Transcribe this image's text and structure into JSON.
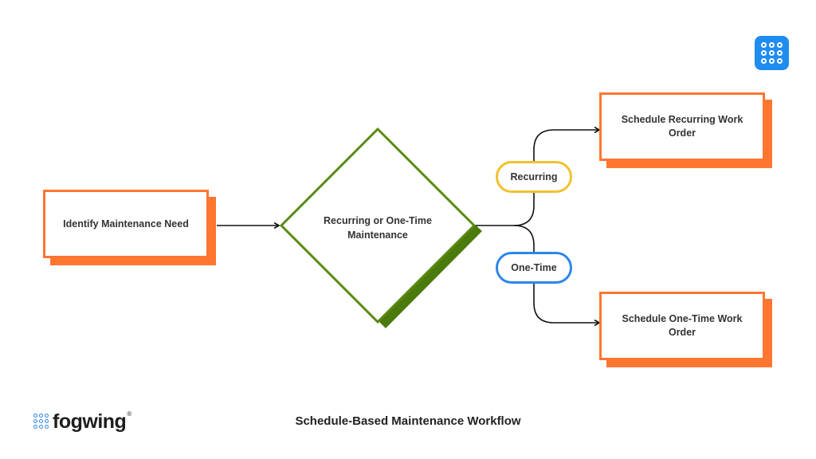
{
  "diagram": {
    "start": {
      "label": "Identify Maintenance Need"
    },
    "decision": {
      "label": "Recurring or One-Time Maintenance"
    },
    "branches": [
      {
        "label": "Recurring",
        "color": "#f2c12e"
      },
      {
        "label": "One-Time",
        "color": "#2d86e8"
      }
    ],
    "outcomes": [
      {
        "label": "Schedule Recurring Work Order"
      },
      {
        "label": "Schedule One-Time Work Order"
      }
    ]
  },
  "colors": {
    "process_border": "#ff7631",
    "decision_border": "#5a8a12",
    "decision_shadow": "#4a7a0c",
    "brand_blue": "#1f8cf0"
  },
  "icons": {
    "top_right": "apps-grid-icon",
    "logo_mark": "dot-grid-logo"
  },
  "brand": {
    "name": "fogwing",
    "registered": "®"
  },
  "footer": {
    "title": "Schedule-Based Maintenance Workflow"
  }
}
